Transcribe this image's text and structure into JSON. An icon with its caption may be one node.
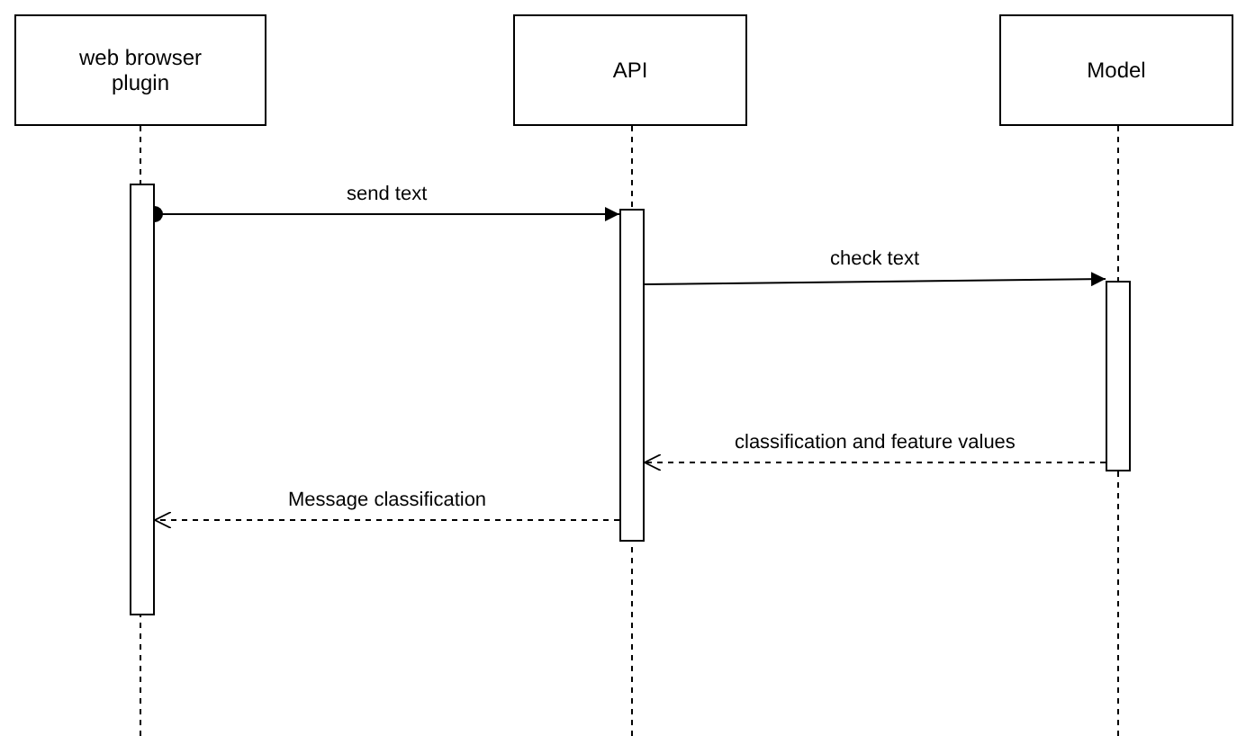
{
  "diagram": {
    "nodes": [
      {
        "text": [
          "web browser plugin"
        ]
      },
      {
        "text": [
          "API"
        ]
      },
      {
        "text": [
          "Model"
        ]
      },
      {
        "text": [],
        "shape": "bar"
      },
      {
        "text": [],
        "shape": "bar"
      },
      {
        "text": [],
        "shape": "bar"
      }
    ],
    "edges": [
      {
        "from": 3,
        "to": 4,
        "arrow": "to",
        "label": "send text"
      },
      {
        "from": 4,
        "to": 5,
        "arrow": "to",
        "label": "check text"
      },
      {
        "from": 5,
        "to": 4,
        "arrow": "to",
        "label": "classification and feature values",
        "style": "dashed"
      },
      {
        "from": 4,
        "to": 3,
        "arrow": "to",
        "label": "Message classification",
        "style": "dashed"
      }
    ]
  }
}
